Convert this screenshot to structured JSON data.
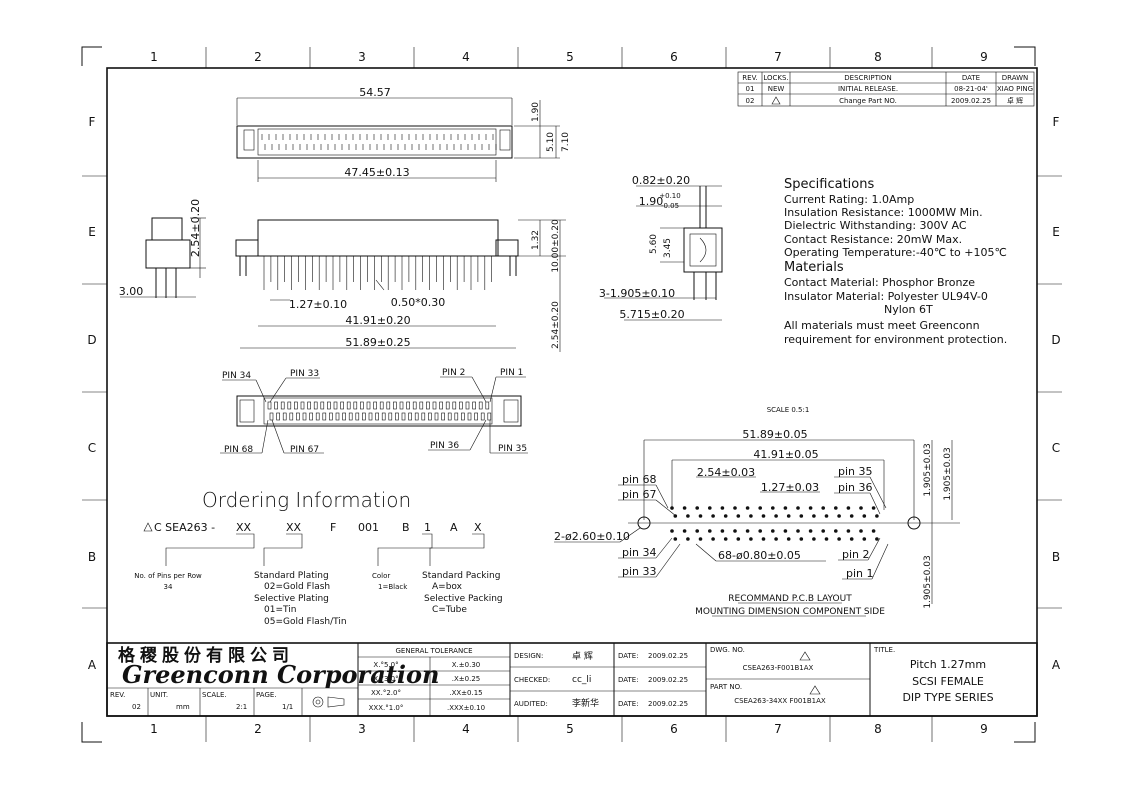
{
  "grid": {
    "columns": [
      "1",
      "2",
      "3",
      "4",
      "5",
      "6",
      "7",
      "8",
      "9"
    ],
    "rows": [
      "F",
      "E",
      "D",
      "C",
      "B",
      "A"
    ]
  },
  "revision_table": {
    "headers": [
      "REV.",
      "LOCKS.",
      "DESCRIPTION",
      "DATE",
      "DRAWN"
    ],
    "rows": [
      [
        "01",
        "NEW",
        "INITIAL RELEASE.",
        "08-21-04'",
        "XIAO PING"
      ],
      [
        "02",
        "",
        "Change Part NO.",
        "2009.02.25",
        "卓 辉"
      ]
    ]
  },
  "top_view": {
    "dim_length": "54.57",
    "dim_inner": "47.45±0.13",
    "dim_h1": "1.90",
    "dim_h2": "5.10",
    "dim_h3": "7.10"
  },
  "front_view": {
    "dim_pitch": "1.27±0.10",
    "dim_pin": "0.50*0.30",
    "dim_span1": "41.91±0.20",
    "dim_span2": "51.89±0.25",
    "dim_v1": "1.32",
    "dim_v2": "10.00±0.20",
    "dim_v3": "2.54±0.20"
  },
  "side_view": {
    "dim_height": "2.54±0.20",
    "dim_width": "3.00"
  },
  "end_view": {
    "dim_a": "0.82±0.20",
    "dim_b_main": "1.90",
    "dim_b_tol_plus": "+0.10",
    "dim_b_tol_minus": "-0.05",
    "dim_c": "5.60",
    "dim_d": "3.45",
    "dim_e": "3-1.905±0.10",
    "dim_f": "5.715±0.20"
  },
  "specifications": {
    "title": "Specifications",
    "lines": [
      "Current Rating: 1.0Amp",
      "Insulation Resistance: 1000MW Min.",
      "Dielectric Withstanding: 300V AC",
      "Contact Resistance: 20mW Max.",
      "Operating Temperature:-40℃ to +105℃"
    ],
    "materials_title": "Materials",
    "materials": [
      "Contact Material: Phosphor Bronze",
      "Insulator Material: Polyester UL94V-0",
      "Nylon 6T",
      "All materials must meet Greenconn",
      "requirement for environment protection."
    ]
  },
  "bottom_view": {
    "pin34": "PIN 34",
    "pin33": "PIN 33",
    "pin2": "PIN 2",
    "pin1": "PIN 1",
    "pin68": "PIN 68",
    "pin67": "PIN 67",
    "pin36": "PIN 36",
    "pin35": "PIN 35"
  },
  "pcb_layout": {
    "scale": "SCALE 0.5:1",
    "dim_outer": "51.89±0.05",
    "dim_inner": "41.91±0.05",
    "dim_pitch_a": "2.54±0.03",
    "dim_pitch_b": "1.27±0.03",
    "dim_v_a": "1.905±0.03",
    "dim_v_b": "1.905±0.03",
    "dim_v_c": "1.905±0.03",
    "hole_big": "2-ø2.60±0.10",
    "hole_small": "68-ø0.80±0.05",
    "pin68": "pin 68",
    "pin67": "pin 67",
    "pin34": "pin 34",
    "pin33": "pin 33",
    "pin35": "pin 35",
    "pin36": "pin 36",
    "pin2": "pin 2",
    "pin1": "pin 1",
    "caption1": "RECOMMAND P.C.B LAYOUT",
    "caption2": "MOUNTING DIMENSION COMPONENT SIDE"
  },
  "ordering": {
    "title": "Ordering  Information",
    "code": [
      "C SEA263 -",
      "XX",
      "XX",
      "F",
      "001",
      "B",
      "1",
      "A",
      "X"
    ],
    "pins_label": "No. of Pins per Row",
    "pins_value": "34",
    "plating_lines": [
      "Standard Plating",
      "02=Gold Flash",
      "Selective Plating",
      "01=Tin",
      "05=Gold Flash/Tin"
    ],
    "color_lines": [
      "Color",
      "1=Black"
    ],
    "packing_lines": [
      "Standard Packing",
      "A=box",
      "Selective Packing",
      "C=Tube"
    ]
  },
  "title_block": {
    "company_cn": "格稷股份有限公司",
    "company_en": "Greenconn Corporation",
    "rev_label": "REV.",
    "rev_value": "02",
    "unit_label": "UNIT.",
    "unit_value": "mm",
    "scale_label": "SCALE.",
    "scale_value": "2:1",
    "page_label": "PAGE.",
    "page_value": "1/1",
    "tolerance_title": "GENERAL TOLERANCE",
    "tol_rows": [
      [
        "X.°5.0°",
        "X.±0.30"
      ],
      [
        "X.°3.0°",
        ".X±0.25"
      ],
      [
        "XX.°2.0°",
        ".XX±0.15"
      ],
      [
        "XXX.°1.0°",
        ".XXX±0.10"
      ]
    ],
    "design_label": "DESIGN:",
    "design_value": "卓 辉",
    "checked_label": "CHECKED:",
    "checked_value": "cc_li",
    "audited_label": "AUDITED:",
    "audited_value": "李新华",
    "date_label": "DATE:",
    "dates": [
      "2009.02.25",
      "2009.02.25",
      "2009.02.25"
    ],
    "dwg_label": "DWG. NO.",
    "dwg_value": "CSEA263-F001B1AX",
    "part_label": "PART NO.",
    "part_value": "CSEA263-34XX F001B1AX",
    "title_label": "TITLE.",
    "title_lines": [
      "Pitch 1.27mm",
      "SCSI FEMALE",
      "DIP TYPE SERIES"
    ]
  }
}
